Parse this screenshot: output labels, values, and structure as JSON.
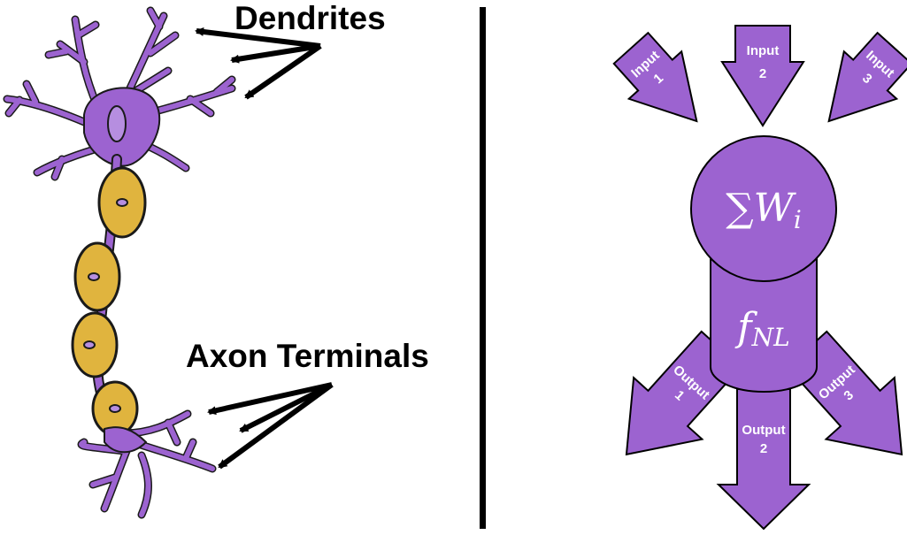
{
  "biological_neuron": {
    "dendrites_label": "Dendrites",
    "axon_terminals_label": "Axon Terminals"
  },
  "artificial_neuron": {
    "inputs": [
      {
        "word": "Input",
        "num": "1"
      },
      {
        "word": "Input",
        "num": "2"
      },
      {
        "word": "Input",
        "num": "3"
      }
    ],
    "outputs": [
      {
        "word": "Output",
        "num": "1"
      },
      {
        "word": "Output",
        "num": "2"
      },
      {
        "word": "Output",
        "num": "3"
      }
    ],
    "sum_symbol": "∑",
    "sum_var": "W",
    "sum_sub": "i",
    "activation_var": "f",
    "activation_sub": "NL"
  },
  "colors": {
    "neuron_purple": "#9c63d0",
    "neuron_outline": "#1a1a1a",
    "myelin_gold": "#e0b43e",
    "nucleus_pink": "#b68ee0",
    "divider": "#000000"
  }
}
